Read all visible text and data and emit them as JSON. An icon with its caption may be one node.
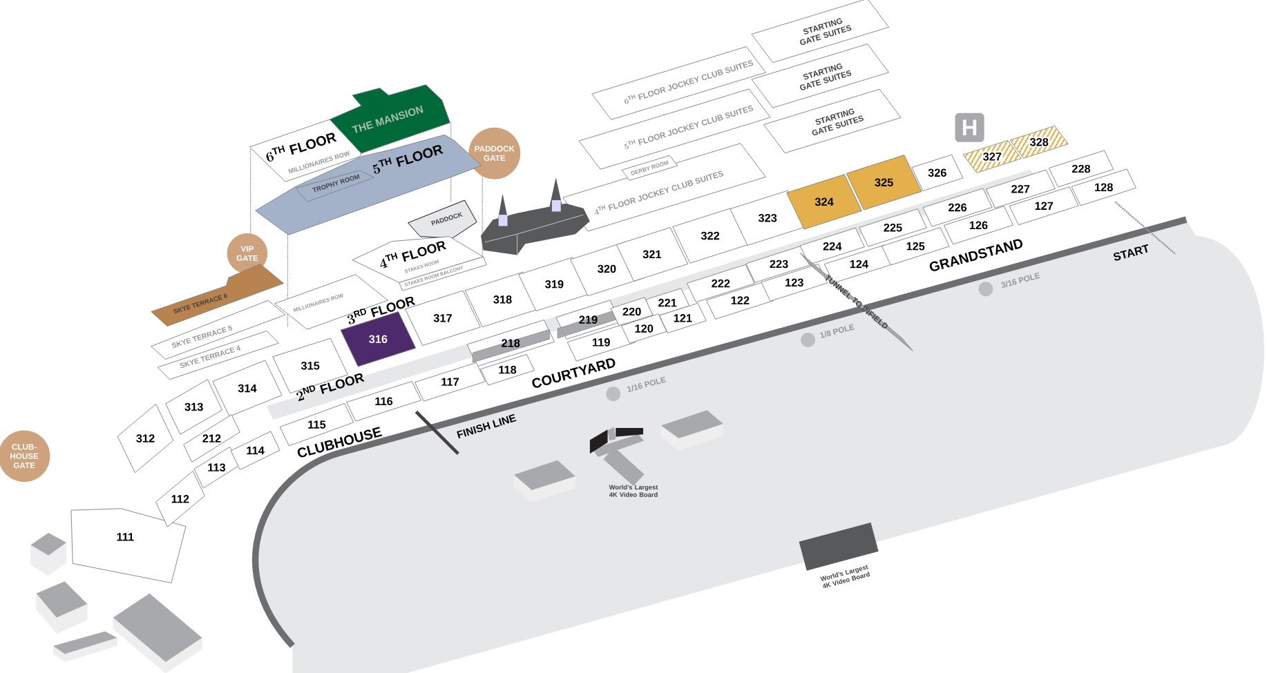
{
  "diagram": {
    "nodes": [
      {
        "text": [
          "STARTING GATE SUITES"
        ]
      },
      {
        "text": [
          "6^{\\mathrm{TH}}\\ \\mathrm{FLOOR\\ JOCKEY\\ CLUB\\ SUITES}"
        ]
      },
      {
        "text": [
          "STARTING GATE SUITES"
        ]
      },
      {
        "text": [
          "5^{\\mathrm{TH}}\\ \\mathrm{FLOOR\\ JOCKEY\\ CLUB\\ SUITES}"
        ]
      },
      {
        "text": [
          "STARTING GATE SUITES"
        ]
      },
      {
        "text": [
          "THE MANSION"
        ]
      },
      {
        "text": [
          "6^{\\mathrm{TH}}\\ \\mathrm{FLOOR}",
          "MILLIONAIRES ROW"
        ]
      },
      {
        "text": [
          "H"
        ]
      },
      {
        "text": [
          "PADDOCK GATE"
        ]
      },
      {
        "text": [
          "5^{\\mathrm{TH}}\\ \\mathrm{FLOOR}"
        ]
      },
      {
        "text": [
          "TROPHY ROOM"
        ],
        "in": 9
      },
      {
        "text": [
          "4^{\\mathrm{TH}}\\ \\mathrm{FLOOR\\ JOCKEY\\ CLUB\\ SUITES}"
        ]
      },
      {
        "text": [
          "DERBY ROOM"
        ],
        "in": 11
      },
      {
        "text": [
          "327"
        ]
      },
      {
        "text": [
          "328"
        ]
      },
      {
        "text": [
          "PADDOCK"
        ]
      },
      {
        "text": [
          "4^{\\mathrm{TH}}\\ \\mathrm{FLOOR}",
          "STAKES ROOM"
        ]
      },
      {
        "text": [
          "STAKES ROOM BALCONY"
        ]
      },
      {
        "text": [
          "VIP GATE"
        ]
      },
      {
        "text": [
          "MILLIONAIRES ROW"
        ]
      },
      {
        "text": [
          "SKYE TERRACE 6"
        ]
      },
      {
        "text": [
          "SKYE TERRACE 5"
        ]
      },
      {
        "text": [
          "SKYE TERRACE 4"
        ]
      },
      {
        "text": [
          "TUNNEL TO INFIELD"
        ]
      },
      {
        "text": [],
        "shape": "circle",
        "beside": [
          "3/16 POLE"
        ]
      },
      {
        "text": [],
        "shape": "circle"
      },
      {
        "text": [],
        "shape": "circle",
        "beside": [
          "1/16 POLE"
        ]
      },
      {
        "text": [
          "CLUB-HOUSE GATE"
        ]
      },
      {
        "text": [],
        "shape": "box",
        "beside": [
          "World’s Largest 4K Video Board"
        ]
      },
      {
        "text": [],
        "shape": "box",
        "beside": [
          "World’s Largest 4K Video Board"
        ]
      },
      {
        "text": [
          "312"
        ]
      },
      {
        "text": [
          "313"
        ]
      },
      {
        "text": [
          "314"
        ]
      },
      {
        "text": [
          "315"
        ]
      },
      {
        "text": [
          "316"
        ]
      },
      {
        "text": [
          "317"
        ]
      },
      {
        "text": [
          "318"
        ]
      },
      {
        "text": [
          "319"
        ]
      },
      {
        "text": [
          "320"
        ]
      },
      {
        "text": [
          "321"
        ]
      },
      {
        "text": [
          "322"
        ]
      },
      {
        "text": [
          "323"
        ]
      },
      {
        "text": [
          "324"
        ]
      },
      {
        "text": [
          "325"
        ]
      },
      {
        "text": [
          "326"
        ]
      },
      {
        "text": [
          "212"
        ]
      },
      {
        "text": [
          "218"
        ]
      },
      {
        "text": [
          "219"
        ]
      },
      {
        "text": [
          "220"
        ]
      },
      {
        "text": [
          "221"
        ]
      },
      {
        "text": [
          "222"
        ]
      },
      {
        "text": [
          "223"
        ]
      },
      {
        "text": [
          "224"
        ]
      },
      {
        "text": [
          "225"
        ]
      },
      {
        "text": [
          "226"
        ]
      },
      {
        "text": [
          "227"
        ]
      },
      {
        "text": [
          "228"
        ]
      },
      {
        "text": [
          "111"
        ]
      },
      {
        "text": [
          "112"
        ]
      },
      {
        "text": [
          "113"
        ]
      },
      {
        "text": [
          "114"
        ]
      },
      {
        "text": [
          "115"
        ]
      },
      {
        "text": [
          "116"
        ]
      },
      {
        "text": [
          "117"
        ]
      },
      {
        "text": [
          "118"
        ]
      },
      {
        "text": [
          "119"
        ]
      },
      {
        "text": [
          "120"
        ]
      },
      {
        "text": [
          "121"
        ]
      },
      {
        "text": [
          "122"
        ]
      },
      {
        "text": [
          "123"
        ]
      },
      {
        "text": [
          "124"
        ]
      },
      {
        "text": [
          "125"
        ]
      },
      {
        "text": [
          "126"
        ]
      },
      {
        "text": [
          "127"
        ]
      },
      {
        "text": [
          "128"
        ]
      },
      {
        "text": [],
        "shape": "picture"
      }
    ],
    "labels": [
      "3^{\\mathrm{RD}}\\ \\mathrm{FLOOR}",
      "2^{\\mathrm{ND}}\\ \\mathrm{FLOOR}",
      "GRANDSTAND",
      "COURTYARD",
      "CLUBHOUSE",
      "FINISH LINE",
      "START",
      "1/8 POLE"
    ]
  }
}
